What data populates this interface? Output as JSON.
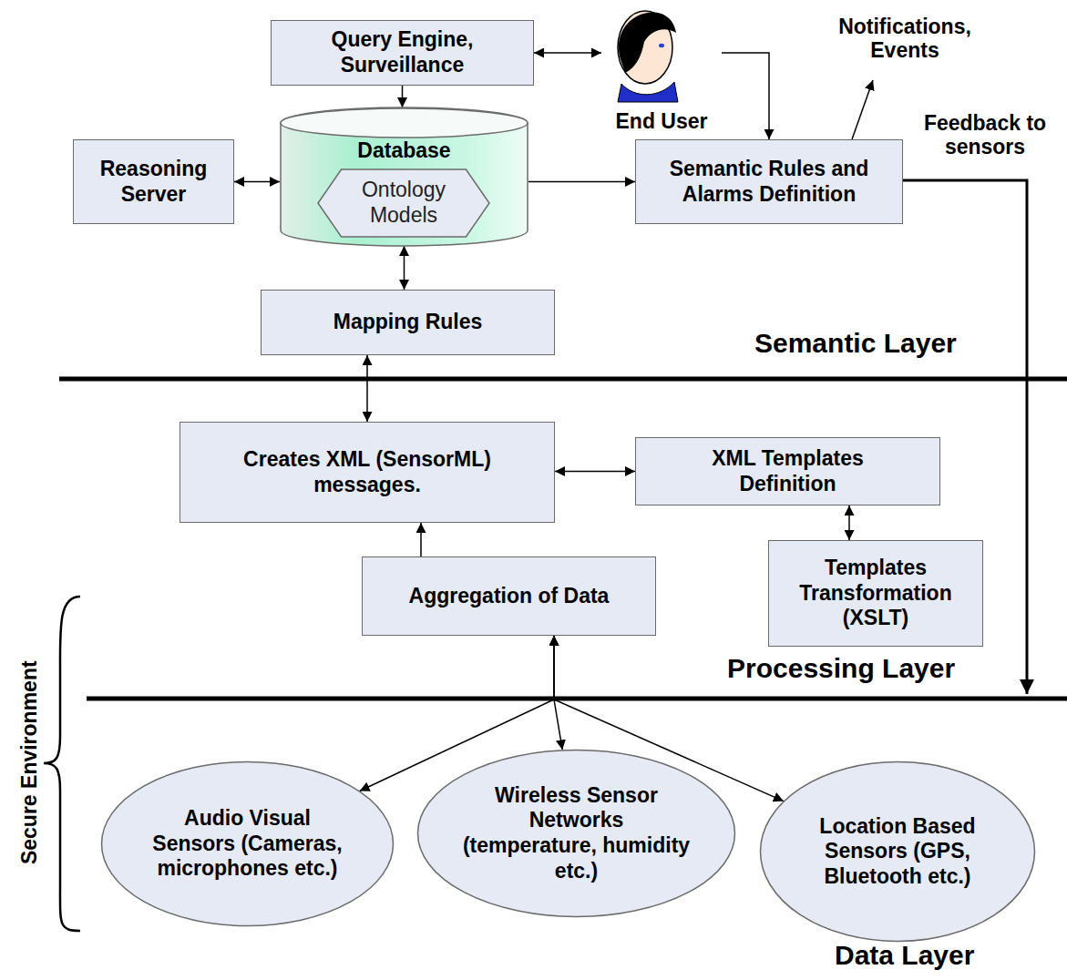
{
  "diagram": {
    "nodes": [
      {
        "text": [
          "Query Engine, Surveillance"
        ]
      },
      {
        "text": [
          "End User"
        ]
      },
      {
        "text": [
          "Reasoning Server"
        ]
      },
      {
        "text": [
          "Database"
        ]
      },
      {
        "text": [
          "Ontology Models"
        ],
        "in": 3
      },
      {
        "text": [
          "Semantic Rules and Alarms Definition"
        ]
      },
      {
        "text": [
          "Mapping Rules"
        ]
      },
      {
        "text": [
          "Creates XML (SensorML) messages."
        ]
      },
      {
        "text": [
          "XML Templates Definition"
        ]
      },
      {
        "text": [
          "Aggregation of Data"
        ]
      },
      {
        "text": [
          "Templates Transformation (XSLT)"
        ]
      },
      {
        "text": [
          "Audio Visual Sensors (Cameras, microphones etc.)"
        ]
      },
      {
        "text": [
          "Wireless Sensor Networks (temperature, humidity etc.)"
        ]
      },
      {
        "text": [
          "Location Based Sensors (GPS, Bluetooth etc.)"
        ]
      }
    ],
    "edges": [
      {
        "from": 0,
        "to": 1,
        "arrow": "both"
      },
      {
        "from": 0,
        "to": 3,
        "arrow": "to"
      },
      {
        "from": 2,
        "to": 3,
        "arrow": "both"
      },
      {
        "from": 3,
        "to": 5,
        "arrow": "to"
      },
      {
        "from": 1,
        "to": 5,
        "arrow": "to"
      },
      {
        "from": 3,
        "to": 6,
        "arrow": "both"
      },
      {
        "from": 6,
        "to": 7,
        "arrow": "both"
      },
      {
        "from": 7,
        "to": 8,
        "arrow": "both"
      },
      {
        "from": 8,
        "to": 10,
        "arrow": "both"
      },
      {
        "from": 9,
        "to": 7,
        "arrow": "to"
      },
      {
        "from": 11,
        "to": 9,
        "arrow": "both"
      },
      {
        "from": 12,
        "to": 9,
        "arrow": "both"
      },
      {
        "from": 13,
        "to": 9,
        "arrow": "both"
      }
    ],
    "labels": [
      "Notifications, Events",
      "Feedback to sensors",
      "Semantic Layer",
      "Processing Layer",
      "Secure Environment",
      "Data Layer"
    ]
  }
}
